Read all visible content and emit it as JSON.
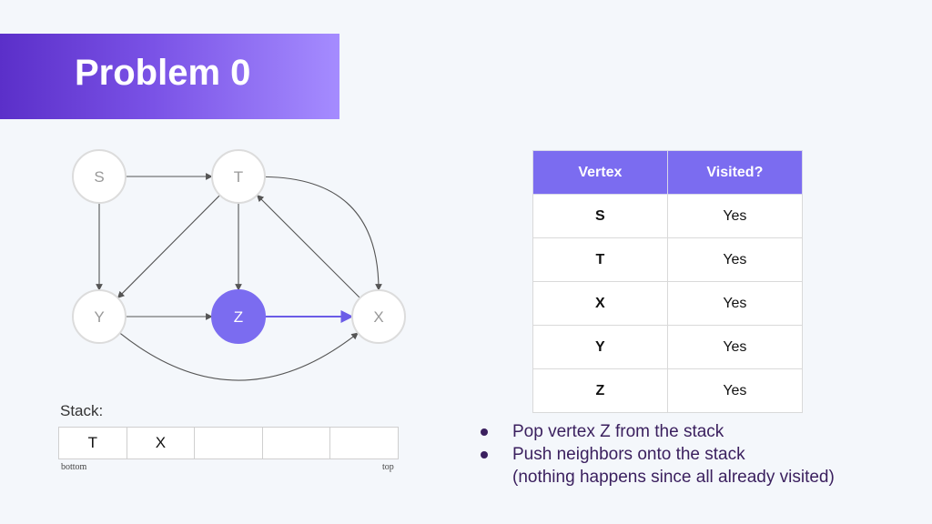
{
  "title": "Problem 0",
  "graph": {
    "vertices": [
      {
        "id": "S",
        "label": "S",
        "current": false
      },
      {
        "id": "T",
        "label": "T",
        "current": false
      },
      {
        "id": "Y",
        "label": "Y",
        "current": false
      },
      {
        "id": "Z",
        "label": "Z",
        "current": true
      },
      {
        "id": "X",
        "label": "X",
        "current": false
      }
    ],
    "edges": [
      {
        "from": "S",
        "to": "T"
      },
      {
        "from": "S",
        "to": "Y"
      },
      {
        "from": "T",
        "to": "Y"
      },
      {
        "from": "T",
        "to": "Z"
      },
      {
        "from": "T",
        "to": "X"
      },
      {
        "from": "X",
        "to": "T"
      },
      {
        "from": "Y",
        "to": "Z"
      },
      {
        "from": "Z",
        "to": "X",
        "highlighted": true
      },
      {
        "from": "Y",
        "to": "X"
      }
    ],
    "colors": {
      "current": "#7b6cf0",
      "highlight_edge": "#6b5ce7",
      "node_border": "#dcdcdc",
      "label": "#999999"
    }
  },
  "table": {
    "headers": [
      "Vertex",
      "Visited?"
    ],
    "rows": [
      {
        "vertex": "S",
        "visited": "Yes"
      },
      {
        "vertex": "T",
        "visited": "Yes"
      },
      {
        "vertex": "X",
        "visited": "Yes"
      },
      {
        "vertex": "Y",
        "visited": "Yes"
      },
      {
        "vertex": "Z",
        "visited": "Yes"
      }
    ]
  },
  "stack": {
    "label": "Stack:",
    "cells": [
      "T",
      "X",
      "",
      "",
      ""
    ],
    "bottom_label": "bottom",
    "top_label": "top"
  },
  "bullets": [
    {
      "lines": [
        "Pop vertex Z from the stack"
      ]
    },
    {
      "lines": [
        "Push neighbors onto the stack",
        "(nothing happens since all already visited)"
      ]
    }
  ]
}
